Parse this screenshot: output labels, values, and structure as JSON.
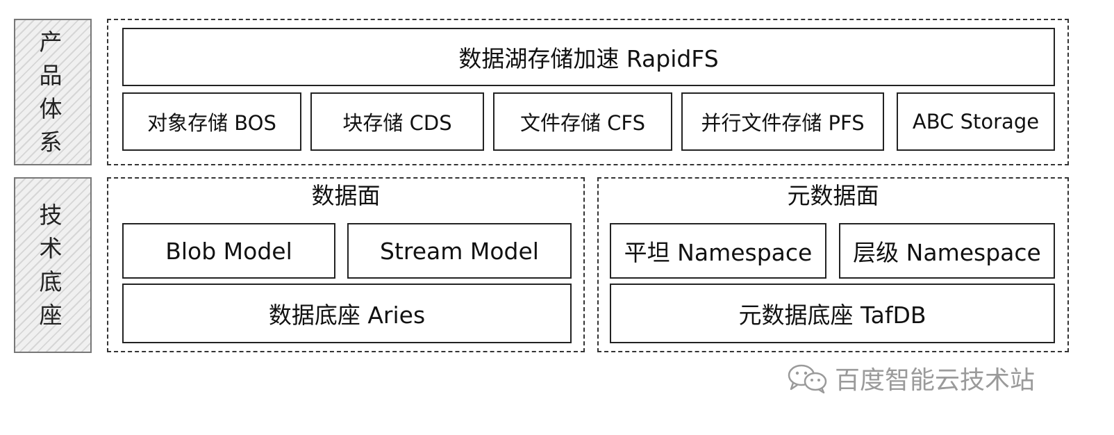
{
  "sidebar": {
    "product": "产品体系",
    "tech": "技术底座"
  },
  "product_system": {
    "top": "数据湖存储加速 RapidFS",
    "items": [
      "对象存储 BOS",
      "块存储 CDS",
      "文件存储 CFS",
      "并行文件存储 PFS",
      "ABC Storage"
    ]
  },
  "data_plane": {
    "title": "数据面",
    "models": [
      "Blob Model",
      "Stream Model"
    ],
    "base": "数据底座 Aries"
  },
  "metadata_plane": {
    "title": "元数据面",
    "namespaces": [
      "平坦 Namespace",
      "层级 Namespace"
    ],
    "base": "元数据底座 TafDB"
  },
  "watermark": {
    "text": "百度智能云技术站",
    "icon": "wechat-icon"
  },
  "colors": {
    "border": "#222222",
    "dashed_border": "#333333",
    "sidebar_border": "#777777",
    "sidebar_hatch": "#d6d6d6",
    "watermark": "#9a9a9a"
  }
}
